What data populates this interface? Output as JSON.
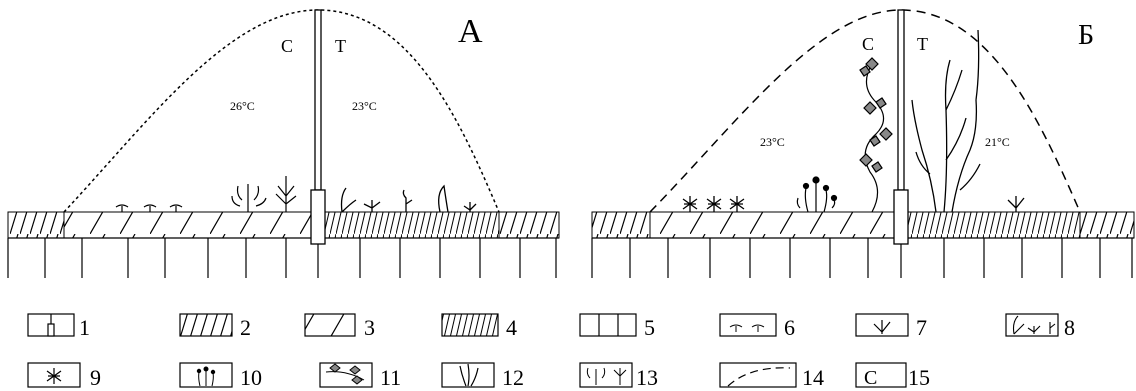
{
  "panel_a": {
    "label": "А",
    "left_zone": "С",
    "right_zone": "Т",
    "temp_left": "26°C",
    "temp_right": "23°C"
  },
  "panel_b": {
    "label": "Б",
    "left_zone": "С",
    "right_zone": "Т",
    "temp_left": "23°C",
    "temp_right": "21°C"
  },
  "legend": [
    {
      "num": "1",
      "icon": "pole-base-icon"
    },
    {
      "num": "2",
      "icon": "hatch-sparse-icon"
    },
    {
      "num": "3",
      "icon": "hatch-wide-icon"
    },
    {
      "num": "4",
      "icon": "hatch-dense-icon"
    },
    {
      "num": "5",
      "icon": "columns-icon"
    },
    {
      "num": "6",
      "icon": "seedlings-icon"
    },
    {
      "num": "7",
      "icon": "sprout-icon"
    },
    {
      "num": "8",
      "icon": "mixed-sprouts-icon"
    },
    {
      "num": "9",
      "icon": "star-plant-icon"
    },
    {
      "num": "10",
      "icon": "flowering-shrub-icon"
    },
    {
      "num": "11",
      "icon": "vine-leaves-icon"
    },
    {
      "num": "12",
      "icon": "tall-grass-icon"
    },
    {
      "num": "13",
      "icon": "shrub-pair-icon"
    },
    {
      "num": "14",
      "icon": "dashed-curve-icon"
    },
    {
      "num": "15",
      "letter": "С",
      "icon": "letter-box-icon"
    }
  ]
}
